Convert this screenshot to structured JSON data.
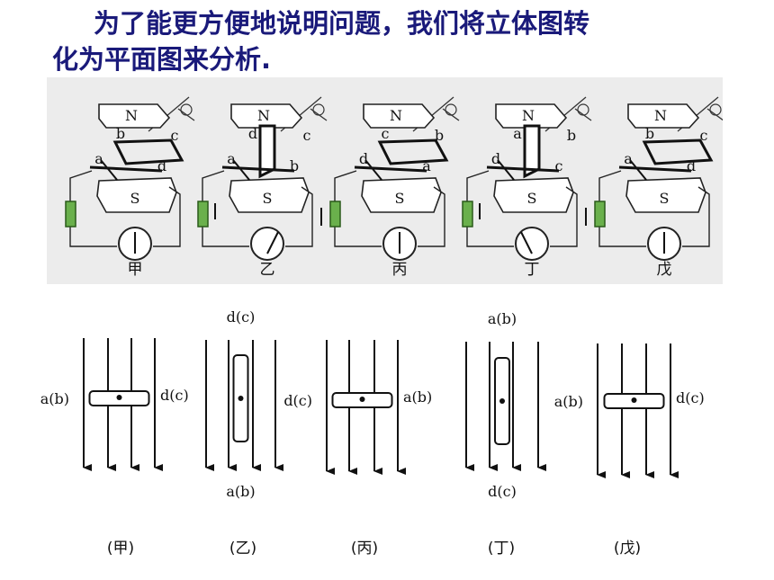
{
  "title": {
    "line1": "为了能更方便地说明问题，我们将立体图转",
    "line2": "化为平面图来分析."
  },
  "stages": [
    {
      "caption": "甲",
      "coil_labels": [
        "b",
        "c",
        "a",
        "d"
      ],
      "meter_needle": "up",
      "current_arrow": "none"
    },
    {
      "caption": "乙",
      "coil_labels": [
        "d",
        "c",
        "a",
        "b"
      ],
      "meter_needle": "right",
      "current_arrow": "up-left-down-right"
    },
    {
      "caption": "丙",
      "coil_labels": [
        "c",
        "b",
        "d",
        "a"
      ],
      "meter_needle": "up",
      "current_arrow": "none"
    },
    {
      "caption": "丁",
      "coil_labels": [
        "a",
        "b",
        "d",
        "c"
      ],
      "meter_needle": "left",
      "current_arrow": "down-left-up-right"
    },
    {
      "caption": "戊",
      "coil_labels": [
        "b",
        "c",
        "a",
        "d"
      ],
      "meter_needle": "up",
      "current_arrow": "none"
    }
  ],
  "magnet_labels": {
    "north": "N",
    "south": "S"
  },
  "planes": [
    {
      "caption": "(甲)",
      "orientation": "horizontal",
      "left_label": "a(b)",
      "right_label": "d(c)"
    },
    {
      "caption": "(乙)",
      "orientation": "vertical",
      "top_label": "d(c)",
      "bottom_label": "a(b)"
    },
    {
      "caption": "(丙)",
      "orientation": "horizontal",
      "left_label": "d(c)",
      "right_label": "a(b)"
    },
    {
      "caption": "(丁)",
      "orientation": "vertical",
      "top_label": "a(b)",
      "bottom_label": "d(c)"
    },
    {
      "caption": "(戊)",
      "orientation": "horizontal",
      "left_label": "a(b)",
      "right_label": "d(c)"
    }
  ]
}
